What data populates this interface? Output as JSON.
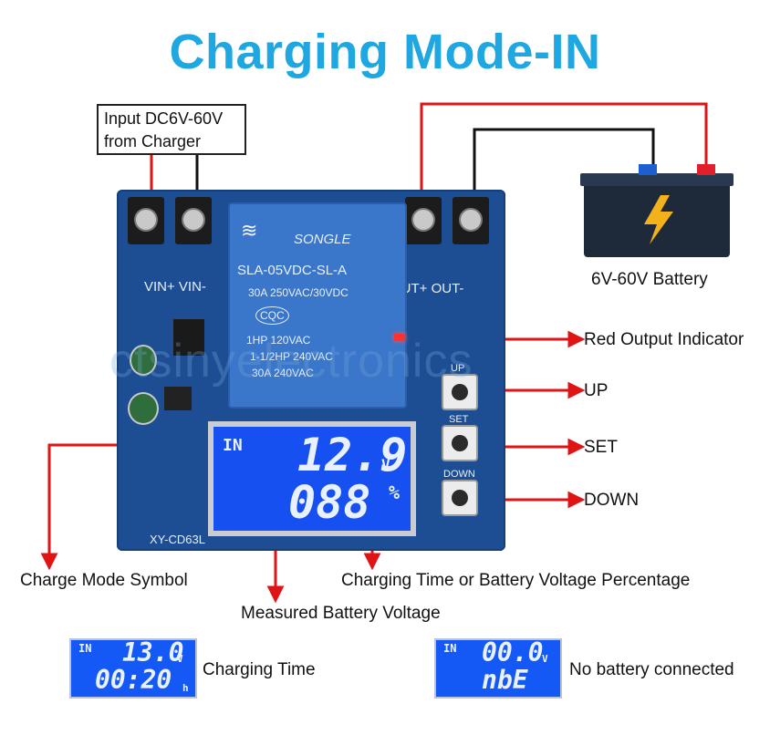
{
  "title": "Charging Mode-IN",
  "input_box": {
    "line1": "Input DC6V-60V",
    "line2": "from Charger"
  },
  "battery": {
    "label": "6V-60V Battery",
    "colors": {
      "body": "#1e2a3a",
      "positive": "#e0202a",
      "negative": "#1d5fd0",
      "bolt": "#f3b21b"
    }
  },
  "board": {
    "vin_label": "VIN+  VIN-",
    "out_label": "OUT+ OUT-",
    "model": "XY-CD63L",
    "relay": {
      "brand": "SONGLE",
      "model": "SLA-05VDC-SL-A",
      "rating1": "30A  250VAC/30VDC",
      "cert": "CQC",
      "hp1": "1HP 120VAC",
      "hp2": "1-1/2HP 240VAC",
      "rating2": "30A  240VAC"
    },
    "buttons": [
      "UP",
      "SET",
      "DOWN"
    ],
    "lcd": {
      "mode": "IN",
      "voltage": "12.9",
      "voltage_unit": "V",
      "second": "088",
      "second_unit": "%"
    },
    "colors": {
      "pcb": "#1d4e94",
      "lcd": "#1650f0"
    }
  },
  "callouts": {
    "red_output_indicator": "Red Output Indicator",
    "up": "UP",
    "set": "SET",
    "down": "DOWN",
    "charge_mode_symbol": "Charge Mode Symbol",
    "charging_time": "Charging Time or Battery Voltage Percentage",
    "measured_voltage": "Measured Battery Voltage",
    "arrow_color": "#e01414"
  },
  "examples": [
    {
      "mode": "IN",
      "top": "13.0",
      "top_unit": "V",
      "bottom": "00:20",
      "bottom_unit": "h",
      "caption": "Charging Time"
    },
    {
      "mode": "IN",
      "top": "00.0",
      "top_unit": "V",
      "bottom": "nbE",
      "bottom_unit": "",
      "caption": "No battery connected"
    }
  ],
  "watermark": "ctsinyelectronics"
}
